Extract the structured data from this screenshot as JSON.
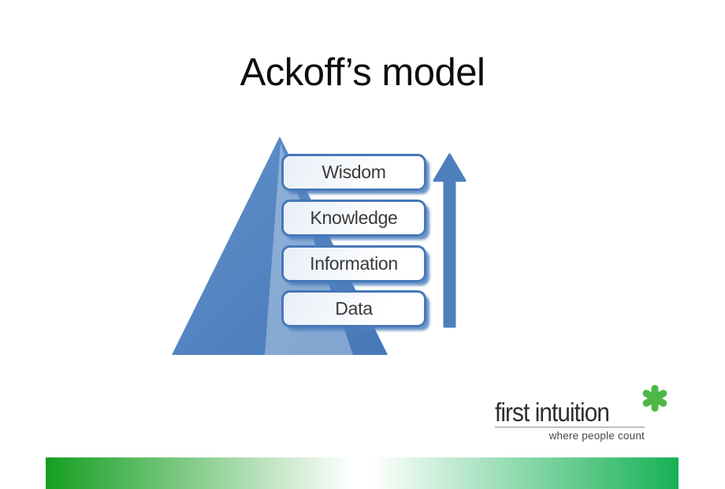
{
  "slide": {
    "title": "Ackoff’s model"
  },
  "pyramid": {
    "levels": [
      "Wisdom",
      "Knowledge",
      "Information",
      "Data"
    ],
    "arrow_direction": "up"
  },
  "logo": {
    "name": "first intuition",
    "tagline": "where people count"
  },
  "colors": {
    "pyramid_blue": "#4c7fbc",
    "box_border_blue": "#4678b8",
    "asterisk_green": "#4cb848",
    "bar_green_left": "#149e20",
    "bar_green_right": "#16b155",
    "title_text": "#0d0d0d",
    "level_text": "#3a3a3a"
  }
}
